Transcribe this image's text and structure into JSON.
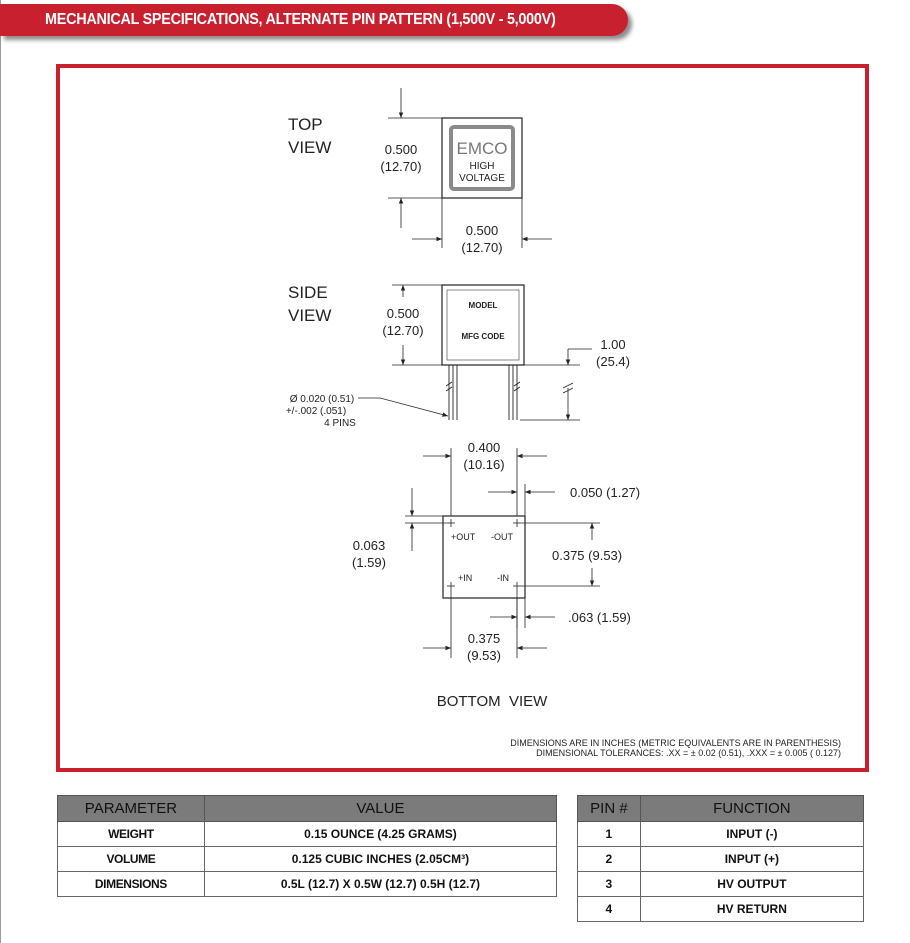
{
  "header": {
    "title": "MECHANICAL SPECIFICATIONS, ALTERNATE PIN PATTERN (1,500V - 5,000V)"
  },
  "top_view": {
    "label_line1": "TOP",
    "label_line2": "VIEW",
    "height_in": "0.500",
    "height_mm": "(12.70)",
    "width_in": "0.500",
    "width_mm": "(12.70)",
    "logo_brand": "EMCO",
    "logo_line1": "HIGH",
    "logo_line2": "VOLTAGE"
  },
  "side_view": {
    "label_line1": "SIDE",
    "label_line2": "VIEW",
    "height_in": "0.500",
    "height_mm": "(12.70)",
    "pin_length_in": "1.00",
    "pin_length_mm": "(25.4)",
    "body_line1": "MODEL",
    "body_line2": "MFG CODE",
    "pin_note_line1": "Ø 0.020 (0.51)",
    "pin_note_line2": "+/-.002 (.051)",
    "pin_note_line3": "4 PINS"
  },
  "bottom_view": {
    "label": "BOTTOM  VIEW",
    "spacing_in": "0.400",
    "spacing_mm": "(10.16)",
    "edge_offset": "0.050 (1.27)",
    "left_offset_in": "0.063",
    "left_offset_mm": "(1.59)",
    "pin_pitch_v": "0.375 (9.53)",
    "bottom_offset": ".063 (1.59)",
    "pin_pitch_h_in": "0.375",
    "pin_pitch_h_mm": "(9.53)",
    "pin_plus_out": "+OUT",
    "pin_minus_out": "-OUT",
    "pin_plus_in": "+IN",
    "pin_minus_in": "-IN"
  },
  "notes": {
    "line1": "DIMENSIONS ARE IN INCHES (METRIC EQUIVALENTS ARE IN PARENTHESIS)",
    "line2": "DIMENSIONAL TOLERANCES: .XX = ± 0.02 (0.51), .XXX = ± 0.005 ( 0.127)"
  },
  "params_table": {
    "headers": [
      "PARAMETER",
      "VALUE"
    ],
    "rows": [
      [
        "WEIGHT",
        "0.15 OUNCE (4.25 GRAMS)"
      ],
      [
        "VOLUME",
        "0.125 CUBIC INCHES (2.05CM³)"
      ],
      [
        "DIMENSIONS",
        "0.5L (12.7) X 0.5W (12.7) 0.5H (12.7)"
      ]
    ]
  },
  "pin_table": {
    "headers": [
      "PIN #",
      "FUNCTION"
    ],
    "rows": [
      [
        "1",
        "INPUT (-)"
      ],
      [
        "2",
        "INPUT (+)"
      ],
      [
        "3",
        "HV OUTPUT"
      ],
      [
        "4",
        "HV RETURN"
      ]
    ]
  },
  "colors": {
    "accent_red": "#c8202f",
    "table_header_gray": "#7b7b7b"
  }
}
